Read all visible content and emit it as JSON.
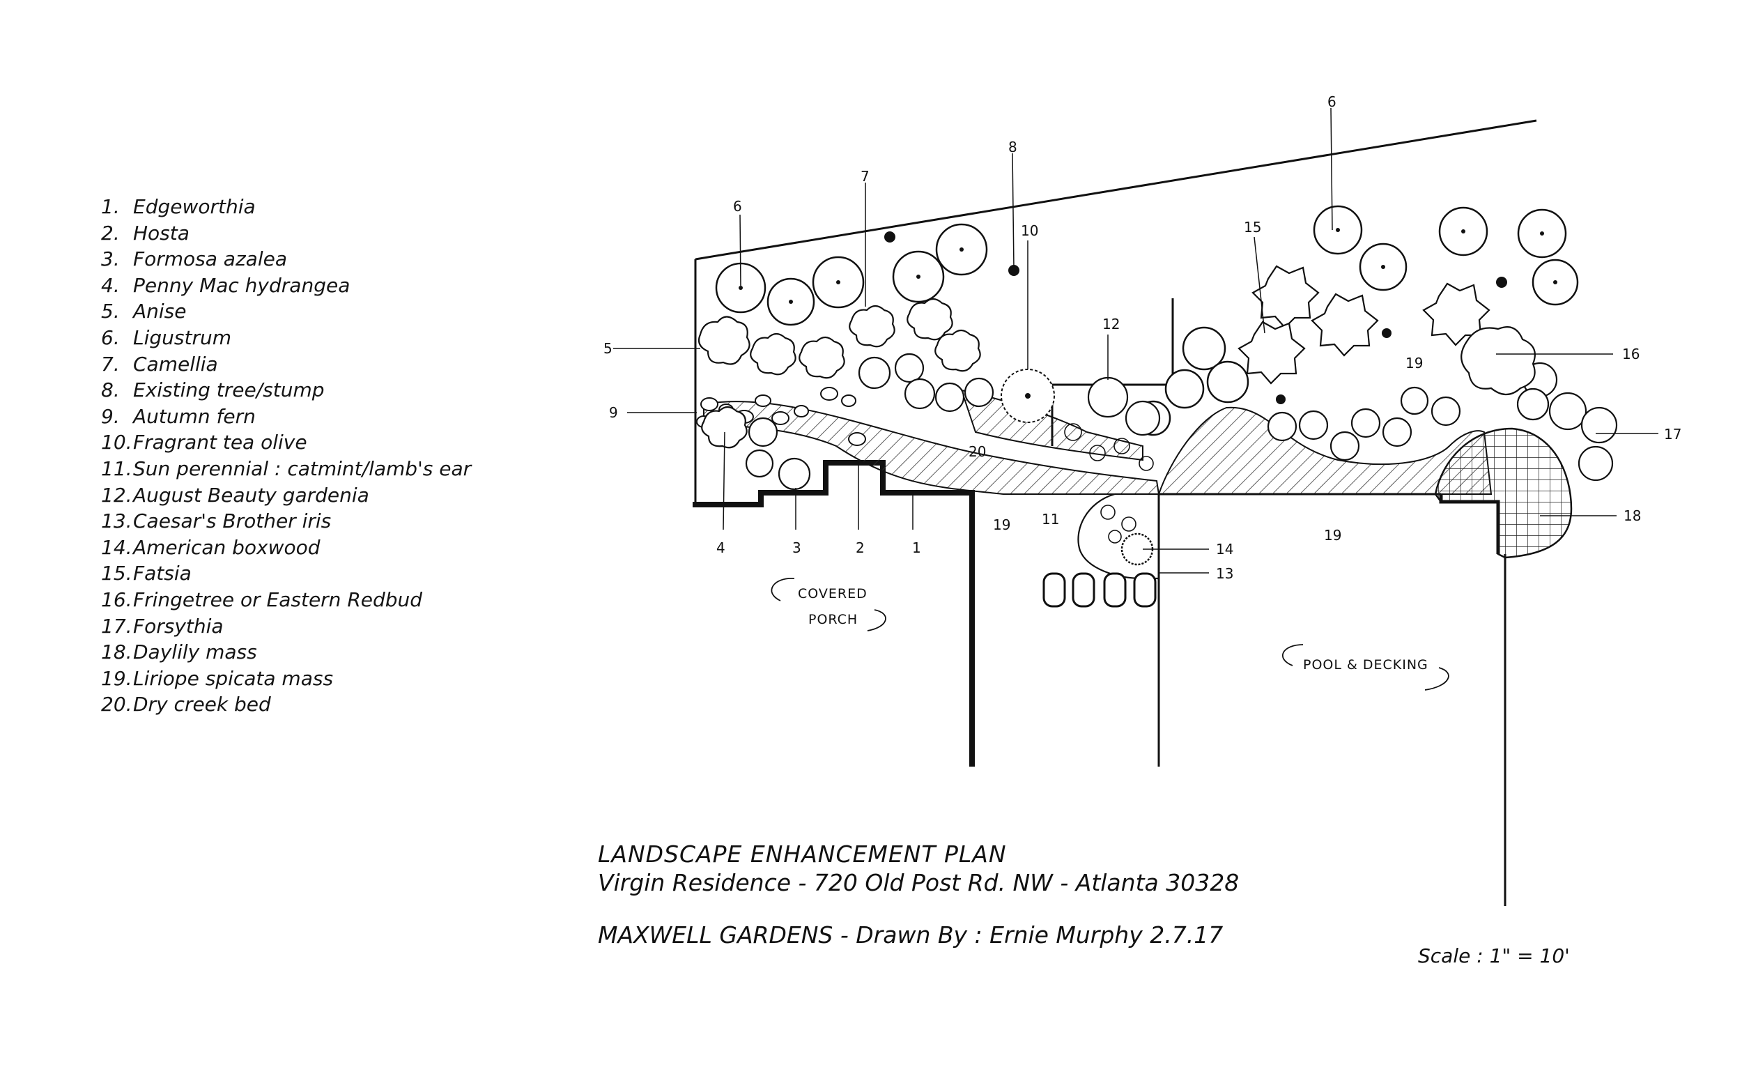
{
  "plant_list": [
    {
      "num": "1.",
      "name": "Edgeworthia"
    },
    {
      "num": "2.",
      "name": "Hosta"
    },
    {
      "num": "3.",
      "name": "Formosa azalea"
    },
    {
      "num": "4.",
      "name": "Penny Mac hydrangea"
    },
    {
      "num": "5.",
      "name": "Anise"
    },
    {
      "num": "6.",
      "name": "Ligustrum"
    },
    {
      "num": "7.",
      "name": "Camellia"
    },
    {
      "num": "8.",
      "name": "Existing tree/stump"
    },
    {
      "num": "9.",
      "name": "Autumn fern"
    },
    {
      "num": "10.",
      "name": "Fragrant tea olive"
    },
    {
      "num": "11.",
      "name": "Sun perennial : catmint/lamb's ear"
    },
    {
      "num": "12.",
      "name": "August Beauty gardenia"
    },
    {
      "num": "13.",
      "name": "Caesar's Brother iris"
    },
    {
      "num": "14.",
      "name": "American boxwood"
    },
    {
      "num": "15.",
      "name": "Fatsia"
    },
    {
      "num": "16.",
      "name": "Fringetree or Eastern Redbud"
    },
    {
      "num": "17.",
      "name": "Forsythia"
    },
    {
      "num": "18.",
      "name": "Daylily mass"
    },
    {
      "num": "19.",
      "name": "Liriope spicata mass"
    },
    {
      "num": "20.",
      "name": "Dry creek bed"
    }
  ],
  "callouts": {
    "c1": "1",
    "c2": "2",
    "c3": "3",
    "c4": "4",
    "c5": "5",
    "c6a": "6",
    "c6b": "6",
    "c7": "7",
    "c8": "8",
    "c9": "9",
    "c10": "10",
    "c11": "11",
    "c12": "12",
    "c13": "13",
    "c14": "14",
    "c15": "15",
    "c16": "16",
    "c17": "17",
    "c18": "18",
    "c19a": "19",
    "c19b": "19",
    "c19c": "19",
    "c20": "20"
  },
  "areas": {
    "porch_line1": "COVERED",
    "porch_line2": "PORCH",
    "pool": "POOL & DECKING"
  },
  "title_block": {
    "title": "LANDSCAPE ENHANCEMENT PLAN",
    "address": "Virgin Residence - 720 Old Post Rd. NW - Atlanta 30328",
    "credit": "MAXWELL GARDENS - Drawn By : Ernie Murphy     2.7.17",
    "scale": "Scale : 1\" = 10'"
  }
}
